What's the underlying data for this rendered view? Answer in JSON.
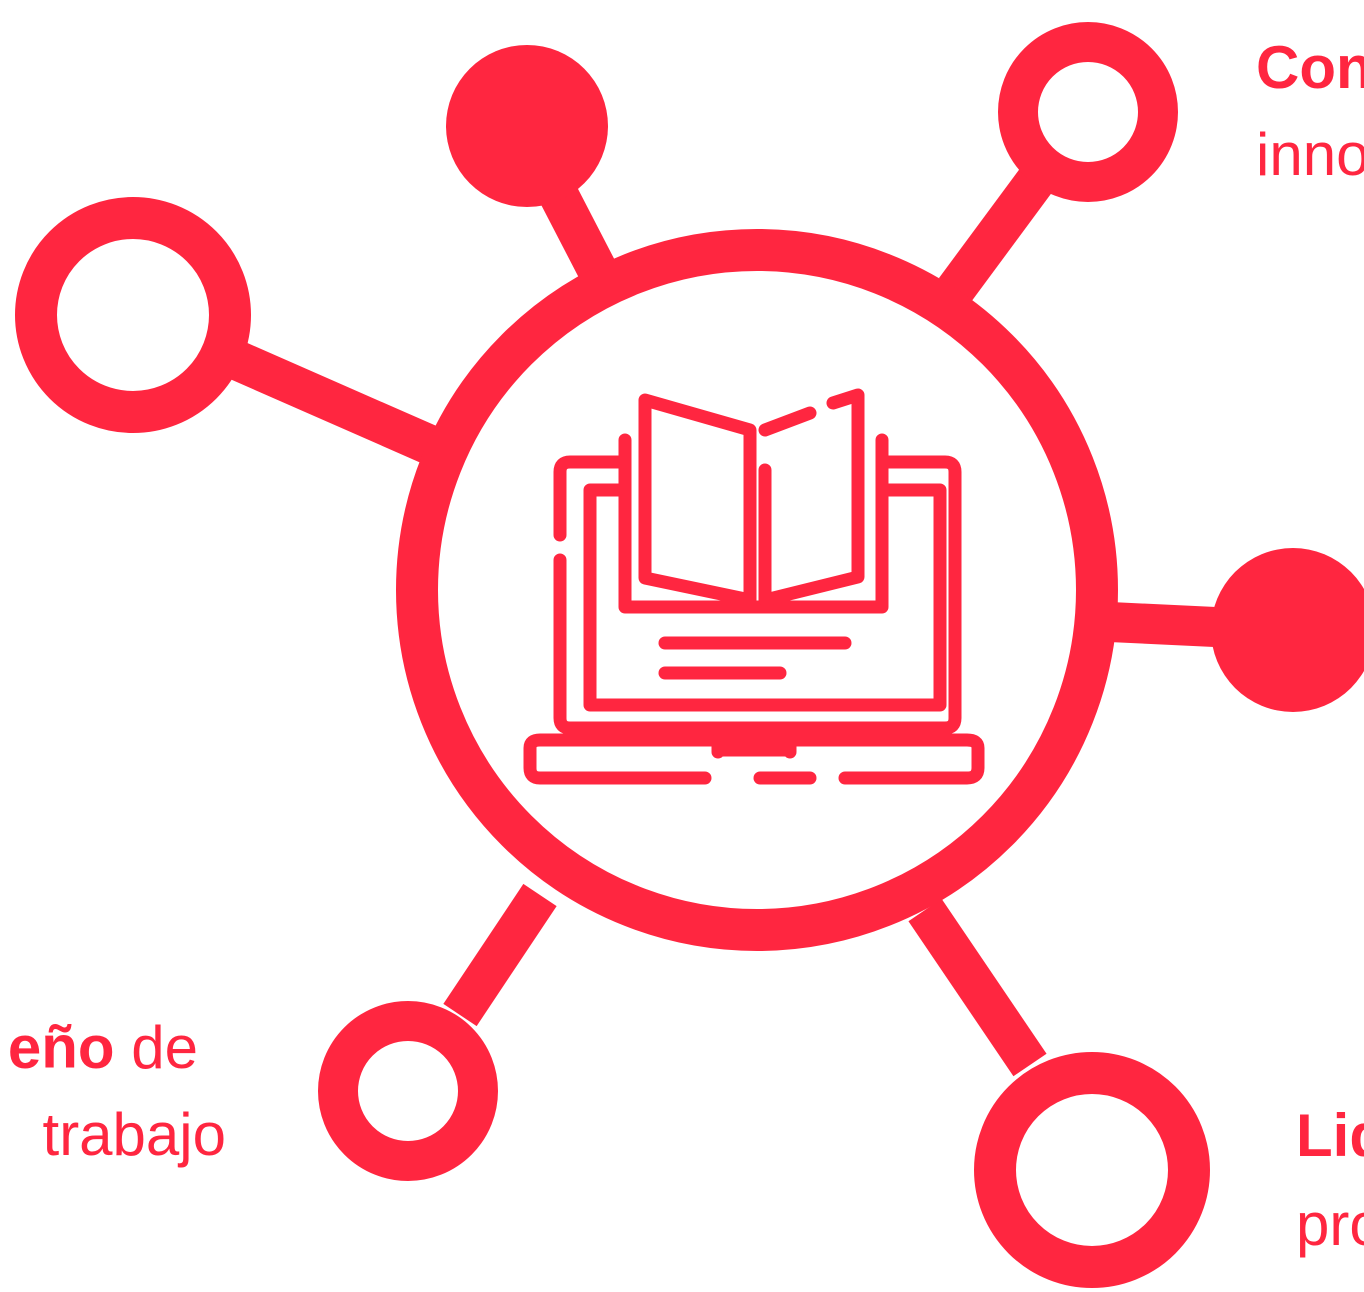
{
  "colors": {
    "accent": "#FF2640",
    "background": "#FFFFFF"
  },
  "center_icon": "laptop-with-open-book-icon",
  "labels": {
    "top_right": {
      "line1_bold": "Con",
      "line2": "inno"
    },
    "bottom_left": {
      "line1_bold": "eño",
      "line1_rest": " de",
      "line2": "trabajo"
    },
    "bottom_right": {
      "line1_bold": "Lid",
      "line2": "pro"
    }
  }
}
